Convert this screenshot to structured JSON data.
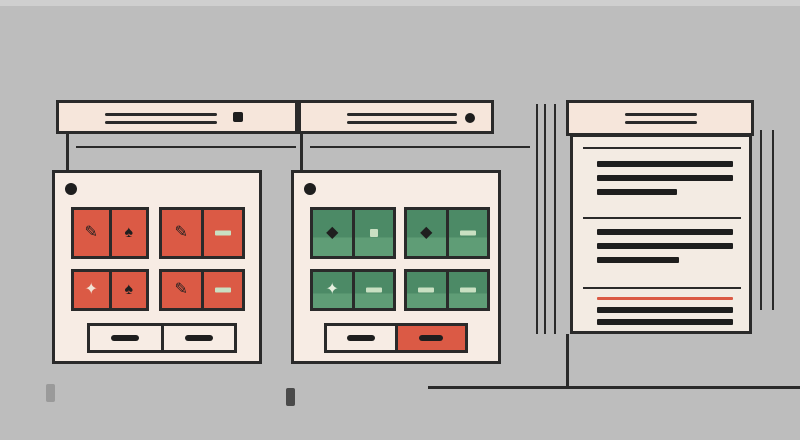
{
  "colors": {
    "background": "#bdbdbd",
    "panel": "#f7ece4",
    "header": "#f6e6db",
    "red_tile": "#db5a45",
    "green_tile": "#4c8a66",
    "ink": "#2a2a2a"
  },
  "left_panel": {
    "tiles": [
      {
        "color": "red",
        "icons": [
          "pen-icon",
          "leaf-icon"
        ]
      },
      {
        "color": "red",
        "icons": [
          "pen-icon",
          "rect-icon"
        ]
      },
      {
        "color": "red",
        "icons": [
          "sparkle-icon",
          "leaf-icon"
        ]
      },
      {
        "color": "red",
        "icons": [
          "pen-icon",
          "rect-icon"
        ]
      }
    ],
    "buttons": [
      "pill",
      "pill"
    ]
  },
  "middle_panel": {
    "tiles": [
      {
        "color": "green",
        "icons": [
          "shape-icon",
          "square-icon"
        ]
      },
      {
        "color": "green",
        "icons": [
          "shape-icon",
          "chip-icon"
        ]
      },
      {
        "color": "green",
        "icons": [
          "star-icon",
          "chip-icon"
        ]
      },
      {
        "color": "green",
        "icons": [
          "chip-icon",
          "chip-icon"
        ]
      }
    ],
    "buttons": [
      "pill",
      "pill-accent"
    ]
  },
  "document_panel": {
    "sections": 3
  }
}
